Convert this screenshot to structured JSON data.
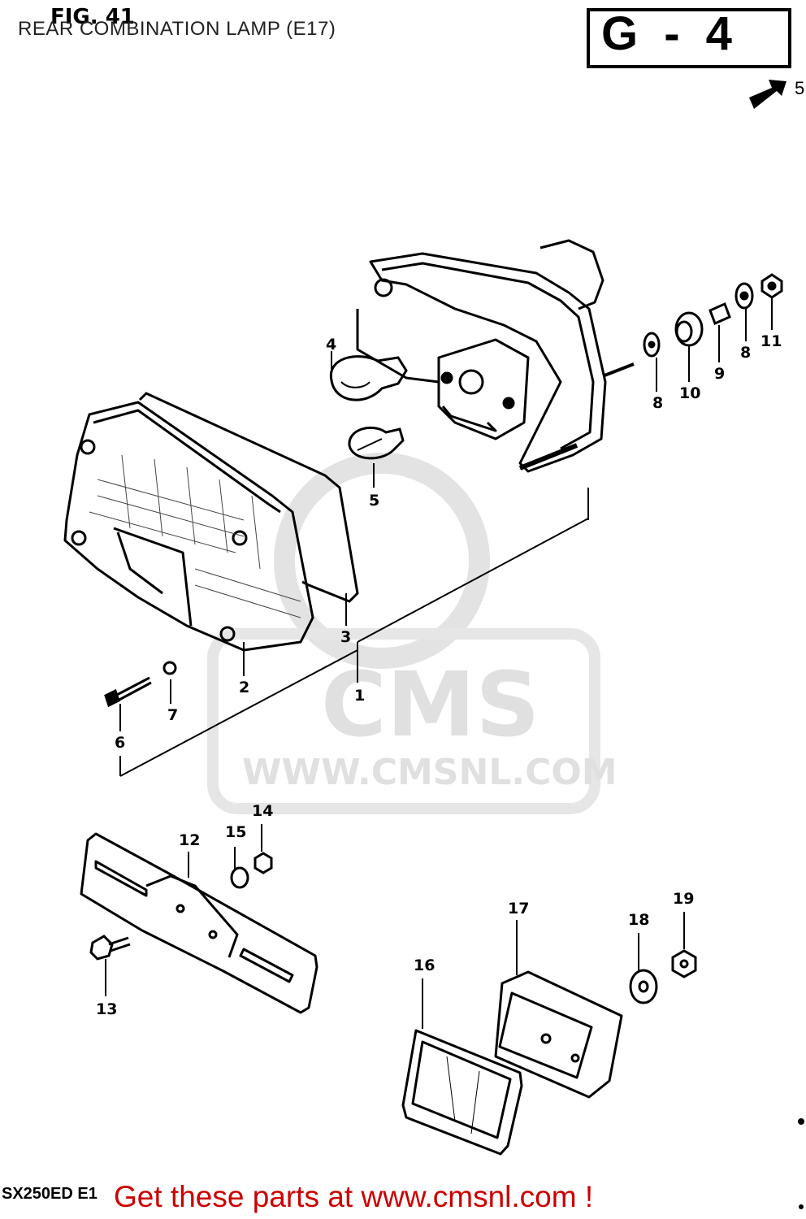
{
  "header": {
    "fig_label": "FIG. 41",
    "title": "REAR COMBINATION LAMP (E17)",
    "group_code": "G - 4",
    "page_marker": "5"
  },
  "watermark": {
    "brand": "CMS",
    "url": "WWW.CMSNL.COM"
  },
  "callouts": [
    "1",
    "2",
    "3",
    "4",
    "5",
    "6",
    "7",
    "8",
    "8",
    "9",
    "10",
    "11",
    "12",
    "13",
    "14",
    "15",
    "16",
    "17",
    "18",
    "19"
  ],
  "footer": {
    "model": "SX250ED E1",
    "cta": "Get these parts at www.cmsnl.com !",
    "cta_color": "#cc0000"
  }
}
